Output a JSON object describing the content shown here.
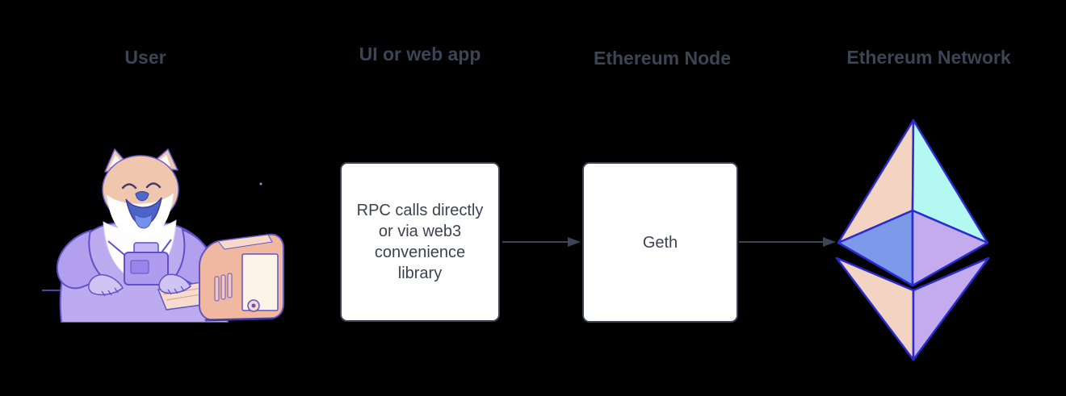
{
  "theme": {
    "background": "#000000",
    "label_color": "#3d4454",
    "box_bg": "#ffffff",
    "box_border": "#3d4554",
    "box_text": "#3b4351",
    "arrow_color": "#3d4454",
    "eth_outline": "#2a2bd0",
    "eth_peach": "#f3d3c2",
    "eth_cyan": "#b4f9f1",
    "eth_blue": "#7d99e9",
    "eth_purple": "#c3abee"
  },
  "columns": [
    {
      "label": "User"
    },
    {
      "label": "UI or web app"
    },
    {
      "label": "Ethereum Node"
    },
    {
      "label": "Ethereum Network"
    }
  ],
  "nodes": {
    "rpc_box": {
      "lines": [
        "RPC calls directly",
        "or via web3",
        "convenience",
        "library"
      ]
    },
    "geth_box": {
      "label": "Geth"
    }
  },
  "icons": {
    "user": "doge-astronaut-at-computer-illustration",
    "network": "ethereum-logo"
  }
}
